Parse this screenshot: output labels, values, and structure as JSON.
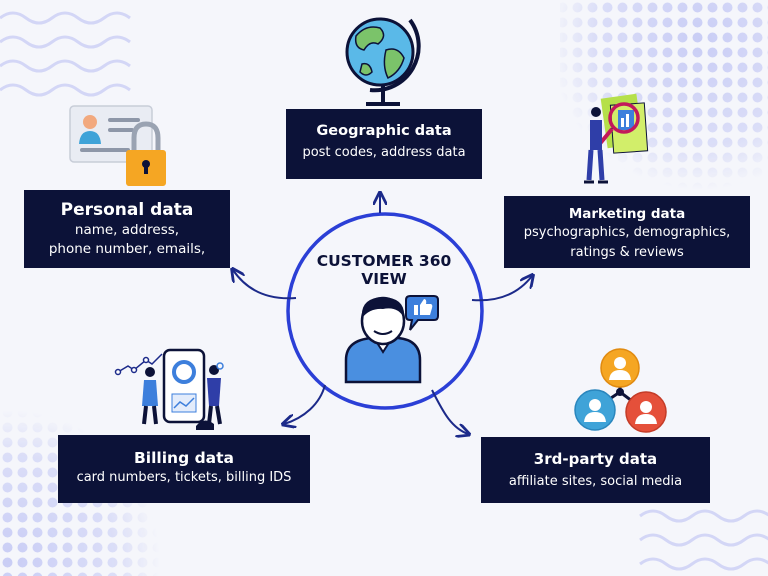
{
  "center": {
    "title": "CUSTOMER 360 VIEW"
  },
  "nodes": {
    "personal": {
      "title": "Personal data",
      "desc": [
        "name, address,",
        "phone number, emails,"
      ]
    },
    "geographic": {
      "title": "Geographic data",
      "desc": "post codes, address data"
    },
    "marketing": {
      "title": "Marketing data",
      "desc": [
        "psychographics, demographics,",
        "ratings & reviews"
      ]
    },
    "billing": {
      "title": "Billing data",
      "desc": "card numbers, tickets, billing IDS"
    },
    "third_party": {
      "title": "3rd-party data",
      "desc": "affiliate sites,  social media"
    }
  },
  "colors": {
    "box": "#0c1238",
    "ring": "#2b3fd6",
    "arrow": "#1c2a8a",
    "dots": "#c9cdf5",
    "waves": "#d3d6f6",
    "person": "#4a8fe0",
    "like_badge": "#3d7fdc"
  },
  "icons": [
    "globe-icon",
    "id-card-lock-icon",
    "analytics-report-icon",
    "billing-phone-icon",
    "people-network-icon",
    "customer-person-icon",
    "thumbs-up-icon"
  ]
}
